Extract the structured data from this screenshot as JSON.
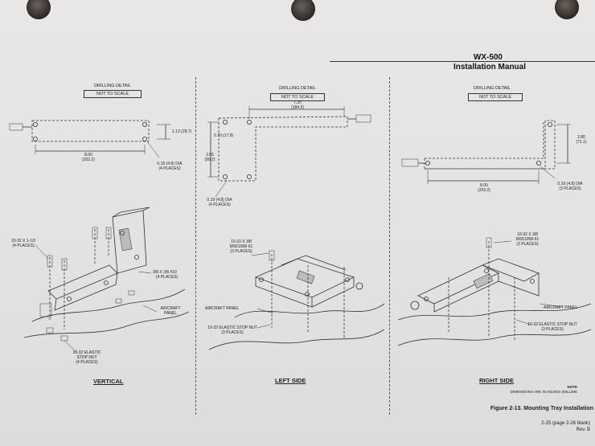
{
  "header": {
    "model": "WX-500",
    "title": "Installation Manual"
  },
  "panels": {
    "vertical": {
      "drilling_detail": "DRILLING DETAIL",
      "not_to_scale": "NOT TO SCALE",
      "dim_height": "1.13 (28.7)",
      "dim_width_in": "8.00",
      "dim_width_mm": "(203.2)",
      "hole_dia": "0.19 (4.8) DIA",
      "hole_places": "(4 PLACES)",
      "screw_label": "10-32 X 1-1/2",
      "screw_places": "(4 PLACES)",
      "bolt_label": "3/8 X 3/8 #10",
      "bolt_places": "(4 PLACES)",
      "aircraft_panel_1": "AIRCRAFT",
      "aircraft_panel_2": "PANEL",
      "nut_1": "10-32 ELASTIC",
      "nut_2": "STOP NUT",
      "nut_3": "(4 PLACES)",
      "caption": "VERTICAL"
    },
    "left": {
      "drilling_detail": "DRILLING DETAIL",
      "not_to_scale": "NOT TO SCALE",
      "dim_top_in": "7.25",
      "dim_top_mm": "(184.2)",
      "dim_side": "0.70 (17.8)",
      "dim_vert_in": "3.55",
      "dim_vert_mm": "(90.2)",
      "hole_dia": "0.19 (4.8) DIA",
      "hole_places": "(4 PLACES)",
      "screw_1": "10-32 X 3/8",
      "screw_2": "MS51958-61",
      "screw_3": "(3 PLACES)",
      "aircraft_panel": "AIRCRAFT PANEL",
      "nut_1": "10-32 ELASTIC STOP NUT",
      "nut_2": "(3 PLACES)",
      "caption": "LEFT SIDE"
    },
    "right": {
      "drilling_detail": "DRILLING DETAIL",
      "not_to_scale": "NOT TO SCALE",
      "dim_right_in": "2.80",
      "dim_right_mm": "(71.1)",
      "dim_bottom_in": "8.00",
      "dim_bottom_mm": "(203.2)",
      "hole_dia": "0.19 (4.8) DIA",
      "hole_places": "(3 PLACES)",
      "screw_1": "10-32 X 3/8",
      "screw_2": "MS51958-61",
      "screw_3": "(3 PLACES)",
      "aircraft_panel": "AIRCRAFT PANEL",
      "nut_1": "10-32 ELASTIC STOP NUT",
      "nut_2": "(3 PLACES)",
      "caption": "RIGHT SIDE"
    }
  },
  "note": {
    "title": "NOTE",
    "text": "DIMENSIONS ARE IN INCHES (MILLIME"
  },
  "figure_caption": "Figure 2-13.  Mounting Tray Installation",
  "page_ref": "2-25 (page 2-26 blank)",
  "revision": "Rev. B"
}
